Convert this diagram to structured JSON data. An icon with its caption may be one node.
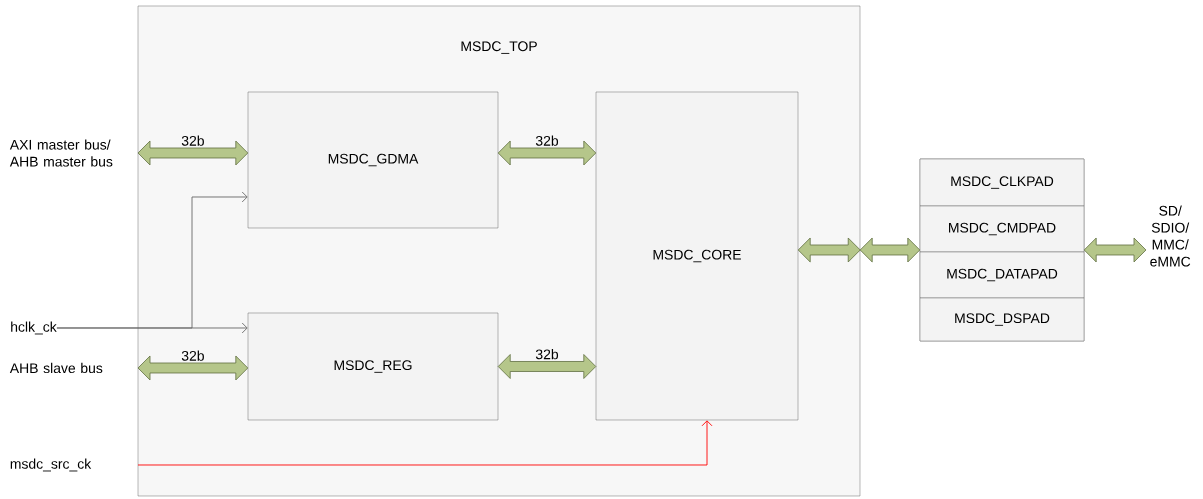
{
  "diagram": {
    "nodes": [
      {
        "text": [
          "MSDC_TOP"
        ]
      },
      {
        "text": [
          "MSDC_GDMA"
        ],
        "in": 0
      },
      {
        "text": [
          "MSDC_CORE"
        ],
        "in": 0
      },
      {
        "text": [
          "MSDC_REG"
        ],
        "in": 0
      },
      {
        "text": [],
        "shape": "box"
      },
      {
        "text": [
          "MSDC_CLKPAD"
        ],
        "in": 4
      },
      {
        "text": [
          "MSDC_CMDPAD"
        ],
        "in": 4
      },
      {
        "text": [
          "MSDC_DATAPAD"
        ],
        "in": 4
      },
      {
        "text": [
          "MSDC_DSPAD"
        ],
        "in": 4
      },
      {
        "text": [
          "AXI master bus/ AHB master bus"
        ]
      },
      {
        "text": [
          "hclk_ck"
        ]
      },
      {
        "text": [
          "AHB slave bus"
        ]
      },
      {
        "text": [
          "msdc_src_ck"
        ]
      },
      {
        "text": [
          "SD/ SDIO/ MMC/ eMMC"
        ]
      }
    ],
    "edges": [
      {
        "from": 9,
        "to": 1,
        "arrow": "both",
        "style": "thick",
        "label": "32b"
      },
      {
        "from": 1,
        "to": 2,
        "arrow": "both",
        "style": "thick",
        "label": "32b"
      },
      {
        "from": 10,
        "to": 1,
        "arrow": "to"
      },
      {
        "from": 10,
        "to": 3,
        "arrow": "to"
      },
      {
        "from": 11,
        "to": 3,
        "arrow": "both",
        "style": "thick",
        "label": "32b"
      },
      {
        "from": 3,
        "to": 2,
        "arrow": "both",
        "style": "thick",
        "label": "32b"
      },
      {
        "from": 12,
        "to": 2,
        "arrow": "to",
        "color": "#ff0000"
      },
      {
        "from": 2,
        "to": 0,
        "arrow": "both",
        "style": "thick"
      },
      {
        "from": 0,
        "to": 4,
        "arrow": "both",
        "style": "thick"
      },
      {
        "from": 4,
        "to": 13,
        "arrow": "both",
        "style": "thick"
      }
    ]
  }
}
